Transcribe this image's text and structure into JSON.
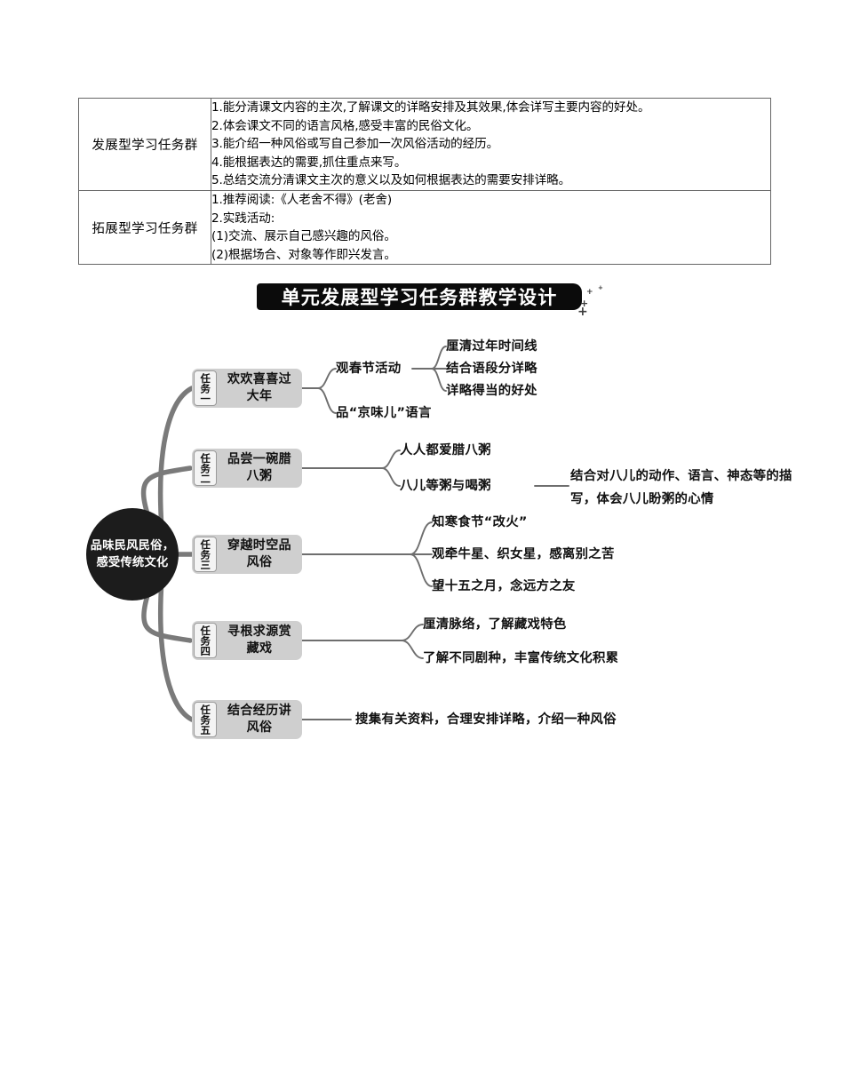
{
  "table": {
    "rows": [
      {
        "category": "发展型学习任务群",
        "items": [
          "1.能分清课文内容的主次,了解课文的详略安排及其效果,体会详写主要内容的好处。",
          "2.体会课文不同的语言风格,感受丰富的民俗文化。",
          "3.能介绍一种风俗或写自己参加一次风俗活动的经历。",
          "4.能根据表达的需要,抓住重点来写。",
          "5.总结交流分清课文主次的意义以及如何根据表达的需要安排详略。"
        ]
      },
      {
        "category": "拓展型学习任务群",
        "items": [
          "1.推荐阅读:《人老舍不得》(老舍)",
          "2.实践活动:",
          "(1)交流、展示自己感兴趣的风俗。",
          "(2)根据场合、对象等作即兴发言。"
        ]
      }
    ]
  },
  "banner": {
    "title": "单元发展型学习任务群教学设计"
  },
  "mindmap": {
    "center": "品味民风民俗，感受传统文化",
    "tasks": [
      {
        "num": "任务一",
        "title": "欢欢喜喜过大年",
        "branches": [
          {
            "label": "观春节活动",
            "children": [
              "厘清过年时间线",
              "结合语段分详略",
              "详略得当的好处"
            ]
          },
          {
            "label": "品“京味儿”语言",
            "children": []
          }
        ]
      },
      {
        "num": "任务二",
        "title": "品尝一碗腊八粥",
        "branches": [
          {
            "label": "人人都爱腊八粥",
            "children": []
          },
          {
            "label": "八儿等粥与喝粥",
            "children": [
              "结合对八儿的动作、语言、神态等的描写，体会八儿盼粥的心情"
            ]
          }
        ]
      },
      {
        "num": "任务三",
        "title": "穿越时空品风俗",
        "branches": [
          {
            "label": "知寒食节“改火”",
            "children": []
          },
          {
            "label": "观牵牛星、织女星，感离别之苦",
            "children": []
          },
          {
            "label": "望十五之月，念远方之友",
            "children": []
          }
        ]
      },
      {
        "num": "任务四",
        "title": "寻根求源赏藏戏",
        "branches": [
          {
            "label": "厘清脉络，了解藏戏特色",
            "children": []
          },
          {
            "label": "了解不同剧种，丰富传统文化积累",
            "children": []
          }
        ]
      },
      {
        "num": "任务五",
        "title": "结合经历讲风俗",
        "branches": [
          {
            "label": "搜集有关资料，合理安排详略，介绍一种风俗",
            "children": []
          }
        ]
      }
    ]
  },
  "colors": {
    "center_fill": "#1c1c1c",
    "pill_fill": "#cfcfcf",
    "num_fill": "#f4f4f4",
    "branch_stroke": "#6e6e6e",
    "main_stroke": "#7a7a7a",
    "banner_fill": "#0b0b0b"
  }
}
